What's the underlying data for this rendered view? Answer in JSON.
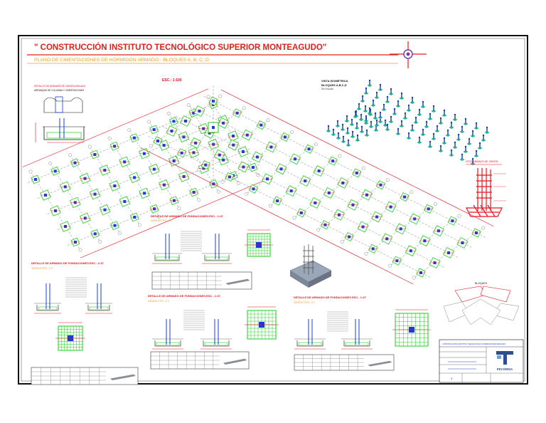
{
  "header": {
    "title": "\" CONSTRUCCIÓN INSTITUTO TECNOLÓGICO SUPERIOR MONTEAGUDO\"",
    "subtitle": "PLANO DE CIMENTACIONES DE HORMIGÓN ARMADO - BLOQUES A, B, C, D"
  },
  "plan": {
    "scale_label": "ESC.: 1:100"
  },
  "iso_view": {
    "title": "VISTA ISOMÉTRICA",
    "subtitle": "BLOQUES A,B,C,D",
    "note": "Sin Escala"
  },
  "column_cage": {
    "title": "VISTA ARMADO DE ZAPATA"
  },
  "detail_left_top": {
    "title": "DETALLE DE ARMADO DE ZAPATA AISLADA",
    "subtitle": "ARRANQUE DE COLUMNA Y CIMENTACIONES"
  },
  "details": [
    {
      "title": "DETALLE DE ARMADO DE FUNDACIONES ESC.: 1:47",
      "sub": "ZAPATAS TIPO - Z-1"
    },
    {
      "title": "DETALLE DE ARMADO DE FUNDACIONES ESC.: 1:47",
      "sub": "ZAPATAS TIPO - Z-2"
    },
    {
      "title": "DETALLE DE ARMADO DE FUNDACIONES ESC.: 1:47",
      "sub": "ZAPATAS TIPO - Z-3"
    },
    {
      "title": "DETALLE DE ARMADO DE FUNDACIONES ESC.: 1:47",
      "sub": "ZAPATAS TIPO - Z-4"
    }
  ],
  "key_plan": {
    "title": "BLOQUES"
  },
  "title_block": {
    "project": "CONSTRUCCIÓN INSTITUTO TECNOLÓGICO SUPERIOR MONTEAGUDO",
    "company": "FECOMSA",
    "sheet": "1"
  },
  "colors": {
    "title_red": "#e0201c",
    "subtitle_orange": "#f0a020",
    "grid_line": "#808080",
    "footing_green": "#22cc22",
    "column_blue": "#1a3adf",
    "dimension_red": "#e8141e",
    "iso_teal": "#1fb58a"
  }
}
